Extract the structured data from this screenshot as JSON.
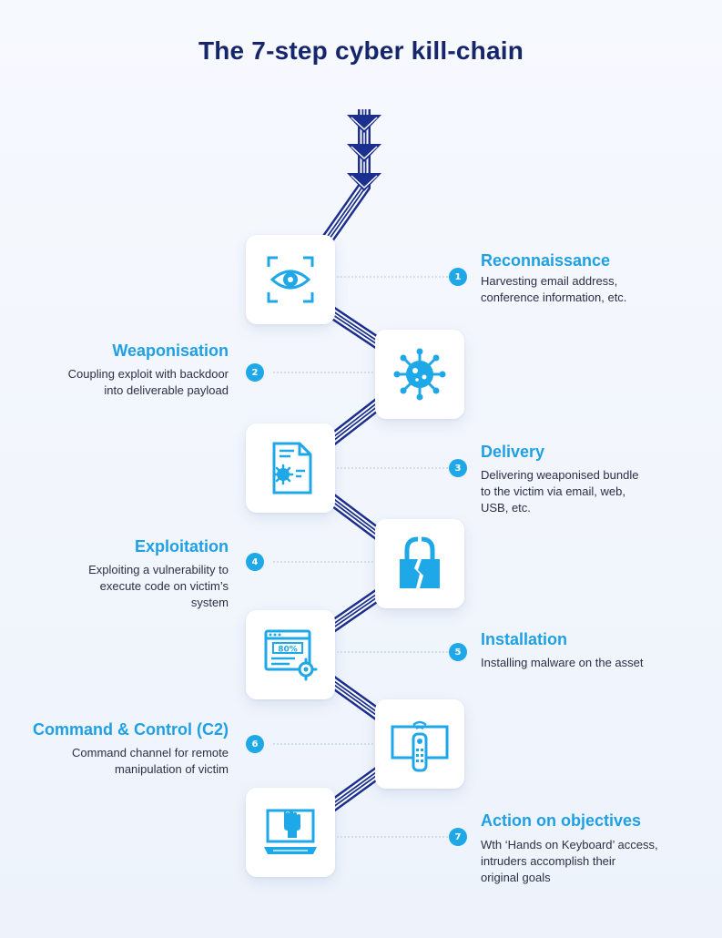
{
  "title": "The 7-step cyber kill-chain",
  "colors": {
    "title": "#17266b",
    "accent": "#1fa0e4",
    "chain_dark": "#1b2f8f",
    "chain_light": "#ffffff",
    "box": "#ffffff"
  },
  "steps": [
    {
      "number": "1",
      "title": "Reconnaissance",
      "description": "Harvesting email address,\nconference information, etc.",
      "icon": "eye-scan-icon"
    },
    {
      "number": "2",
      "title": "Weaponisation",
      "description": "Coupling exploit with backdoor\ninto deliverable payload",
      "icon": "virus-icon"
    },
    {
      "number": "3",
      "title": "Delivery",
      "description": "Delivering weaponised bundle\nto the victim via email, web,\nUSB, etc.",
      "icon": "infected-document-icon"
    },
    {
      "number": "4",
      "title": "Exploitation",
      "description": "Exploiting a vulnerability to\nexecute code on victim’s\nsystem",
      "icon": "broken-lock-icon"
    },
    {
      "number": "5",
      "title": "Installation",
      "description": "Installing malware on the asset",
      "icon": "installer-window-icon"
    },
    {
      "number": "6",
      "title": "Command & Control (C2)",
      "description": "Command channel for remote\nmanipulation of victim",
      "icon": "remote-control-icon"
    },
    {
      "number": "7",
      "title": "Action on objectives",
      "description": "Wth ‘Hands on Keyboard’ access,\nintruders accomplish their\noriginal goals",
      "icon": "hand-on-computer-icon"
    }
  ]
}
